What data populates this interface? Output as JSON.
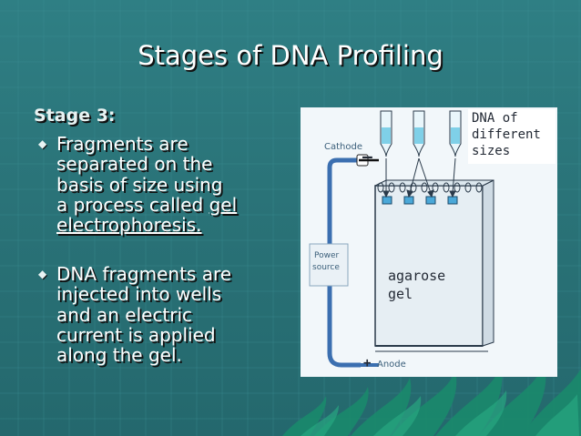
{
  "slide": {
    "title": "Stages of DNA Profiling",
    "stage_label": "Stage 3:",
    "bullets": [
      {
        "text_before": "Fragments are\nseparated on the\nbasis of size using\na process called ",
        "text_link_1": "gel",
        "text_link_2": "electrophoresis."
      },
      {
        "text": "DNA fragments are\ninjected into wells\nand an electric\ncurrent is applied\nalong the gel."
      }
    ]
  },
  "figure": {
    "cathode": "Cathode",
    "dna_label_1": "DNA of",
    "dna_label_2": "different",
    "dna_label_3": "sizes",
    "minus_sign": "–",
    "power_1": "Power",
    "power_2": "source",
    "agarose_1": "agarose",
    "agarose_2": "gel",
    "plus_sign": "+",
    "anode": "Anode"
  },
  "colors": {
    "background": "#2a7378",
    "text": "#ffffff",
    "wire": "#3b6fb0",
    "pipette_liquid": "#7fd0e8"
  }
}
